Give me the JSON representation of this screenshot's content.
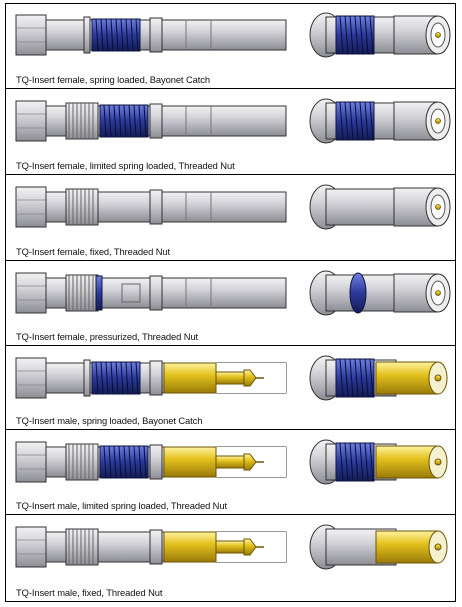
{
  "rows": [
    {
      "caption": "TQ-Insert female, spring loaded, Bayonet Catch",
      "gender": "female",
      "spring": true,
      "pressurized": false,
      "nut": "bayonet"
    },
    {
      "caption": "TQ-Insert female, limited spring loaded, Threaded Nut",
      "gender": "female",
      "spring": true,
      "pressurized": false,
      "nut": "threaded"
    },
    {
      "caption": "TQ-Insert female, fixed, Threaded Nut",
      "gender": "female",
      "spring": false,
      "pressurized": false,
      "nut": "threaded"
    },
    {
      "caption": "TQ-Insert female, pressurized, Threaded Nut",
      "gender": "female",
      "spring": false,
      "pressurized": true,
      "nut": "threaded"
    },
    {
      "caption": "TQ-Insert male, spring loaded, Bayonet Catch",
      "gender": "male",
      "spring": true,
      "pressurized": false,
      "nut": "bayonet"
    },
    {
      "caption": "TQ-Insert male, limited spring loaded, Threaded Nut",
      "gender": "male",
      "spring": true,
      "pressurized": false,
      "nut": "threaded"
    },
    {
      "caption": "TQ-Insert male, fixed, Threaded Nut",
      "gender": "male",
      "spring": false,
      "pressurized": false,
      "nut": "threaded"
    }
  ],
  "colors": {
    "body": "#c9c9cf",
    "spring": "#2b3a9a",
    "gold": "#e3c21e",
    "outline": "#333333"
  }
}
